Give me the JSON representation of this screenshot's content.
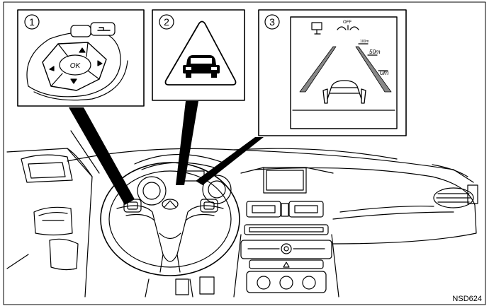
{
  "callouts": [
    {
      "number": "1"
    },
    {
      "number": "2"
    },
    {
      "number": "3"
    }
  ],
  "switch_panel": {
    "ok_label": "OK"
  },
  "hud": {
    "off_label": "OFF",
    "distance_labels": [
      "100m",
      "50m",
      "0m"
    ]
  },
  "figure_code": "NSD624",
  "colors": {
    "line": "#000000",
    "lane_fill": "#888888",
    "background": "#ffffff"
  }
}
